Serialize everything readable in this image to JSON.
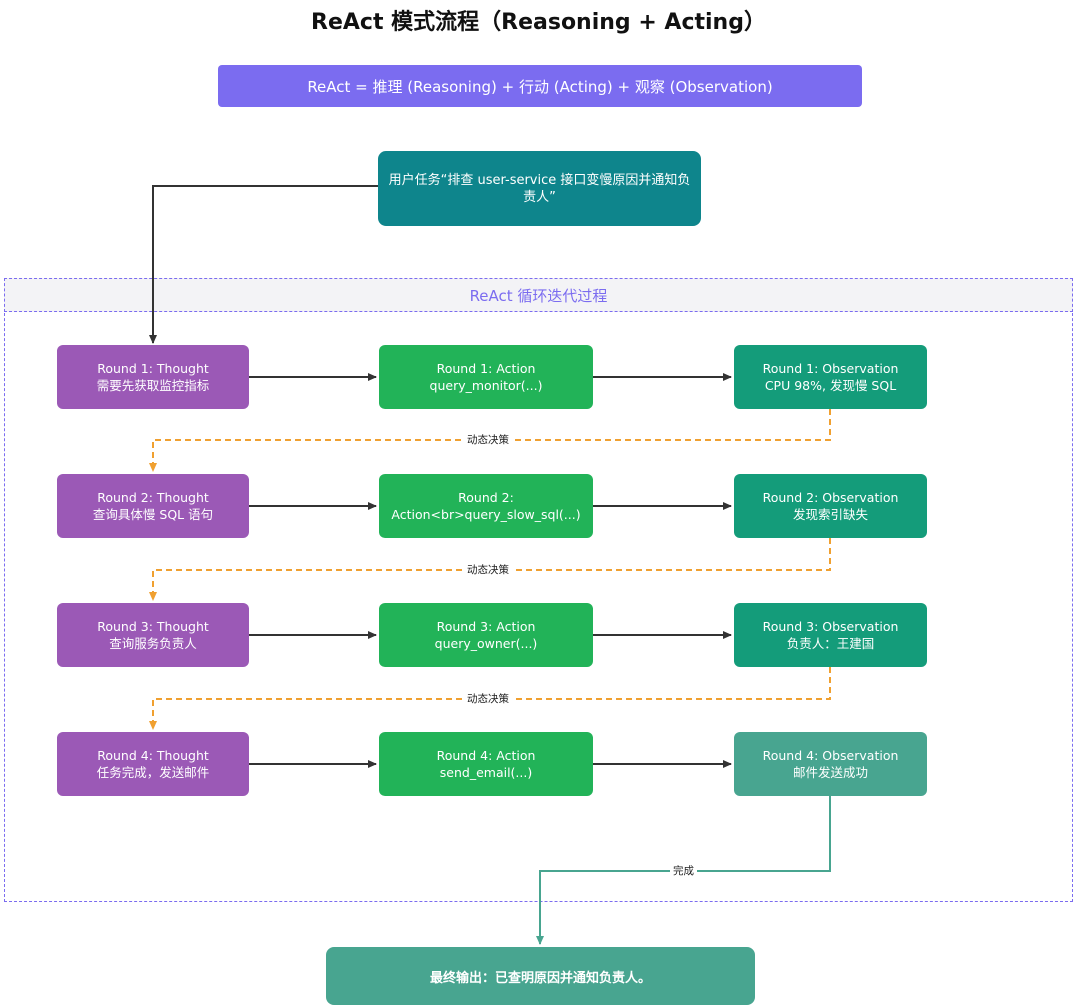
{
  "title": "ReAct 模式流程（Reasoning + Acting）",
  "formula": "ReAct = 推理 (Reasoning) + 行动 (Acting) + 观察 (Observation)",
  "task": "用户任务“排查 user-service 接口变慢原因并通知负责人”",
  "loop_title": "ReAct 循环迭代过程",
  "rounds": [
    {
      "thought": {
        "label": "Round 1: Thought",
        "text": "需要先获取监控指标"
      },
      "action": {
        "label": "Round 1: Action",
        "text": "query_monitor(...)"
      },
      "observation": {
        "label": "Round 1: Observation",
        "text": "CPU 98%, 发现慢 SQL"
      }
    },
    {
      "thought": {
        "label": "Round 2: Thought",
        "text": "查询具体慢 SQL 语句"
      },
      "action": {
        "label": "Round 2:",
        "text": "Action<br>query_slow_sql(...)"
      },
      "observation": {
        "label": "Round 2: Observation",
        "text": "发现索引缺失"
      }
    },
    {
      "thought": {
        "label": "Round 3: Thought",
        "text": "查询服务负责人"
      },
      "action": {
        "label": "Round 3: Action",
        "text": "query_owner(...)"
      },
      "observation": {
        "label": "Round 3: Observation",
        "text": "负责人：王建国"
      }
    },
    {
      "thought": {
        "label": "Round 4: Thought",
        "text": "任务完成，发送邮件"
      },
      "action": {
        "label": "Round 4: Action",
        "text": "send_email(...)"
      },
      "observation": {
        "label": "Round 4: Observation",
        "text": "邮件发送成功"
      }
    }
  ],
  "feedback_label": "动态决策",
  "done_label": "完成",
  "final_output": "最终输出：已查明原因并通知负责人。",
  "colors": {
    "thought": "#9b59b6",
    "action": "#22b358",
    "observation": "#149c7a",
    "feedback_edge": "#f0a030",
    "frame": "#7b6cf0",
    "task": "#0e858c",
    "final": "#48a590"
  }
}
